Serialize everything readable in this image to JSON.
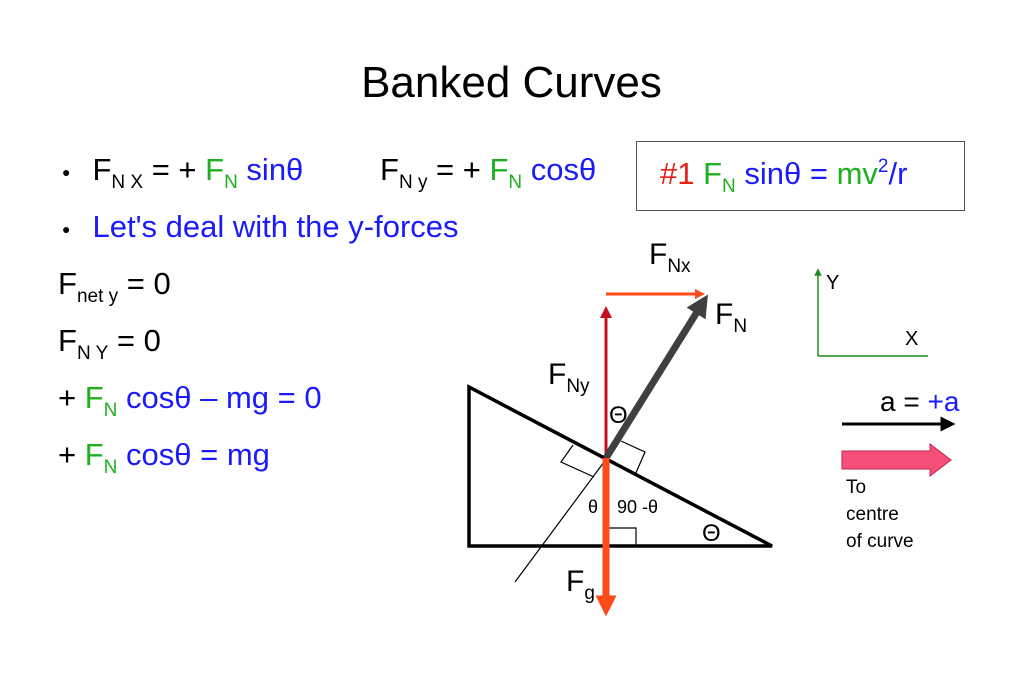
{
  "slide": {
    "title": "Banked Curves"
  },
  "equations": {
    "fnx_F": "F",
    "fnx_sub": "N X",
    "fnx_eq": " = + ",
    "fnx_term_F": "F",
    "fnx_term_sub": "N",
    "fnx_sin": " sinθ",
    "fny_F": "F",
    "fny_sub": "N y",
    "fny_eq": " = + ",
    "fny_term_F": "F",
    "fny_term_sub": "N",
    "fny_cos": " cosθ",
    "bullet2": "Let's deal with the y-forces",
    "net_F": "F",
    "net_sub": "net y",
    "net_rest": " = 0",
    "nY_F": "F",
    "nY_sub": "N Y",
    "nY_rest": " =  0",
    "l5_plus": "+ ",
    "l5_F": "F",
    "l5_sub": "N",
    "l5_rest": " cosθ – mg = 0",
    "l6_plus": "+ ",
    "l6_F": "F",
    "l6_sub": "N",
    "l6_rest": " cosθ = mg"
  },
  "boxed_equation": {
    "label": "#1",
    "F": "F",
    "sub": "N",
    "sin": " sinθ = ",
    "mv": "mv",
    "exp": "2",
    "r": "/r"
  },
  "diagram": {
    "fnx_F": "F",
    "fnx_sub": "Nx",
    "fn_F": "F",
    "fn_sub": "N",
    "fny_F": "F",
    "fny_sub": "Ny",
    "fg_F": "F",
    "fg_sub": "g",
    "theta_top": "Θ",
    "theta_bottom": "Θ",
    "angle_theta": "θ",
    "angle_90": "90 -θ",
    "axis_y": "Y",
    "axis_x": "X",
    "accel_a": "a",
    "accel_eq": " = ",
    "accel_val": "+a",
    "centre_line1": "To",
    "centre_line2": "centre",
    "centre_line3": "of curve"
  },
  "colors": {
    "fn_green": "#1fb01f",
    "blue_text": "#1a1aff",
    "red_text": "#e8201a",
    "fg_orange": "#ff4a1a",
    "fny_darkred": "#c4101c",
    "axes_green": "#1e8c1e",
    "centre_pink": "#f5507a"
  }
}
